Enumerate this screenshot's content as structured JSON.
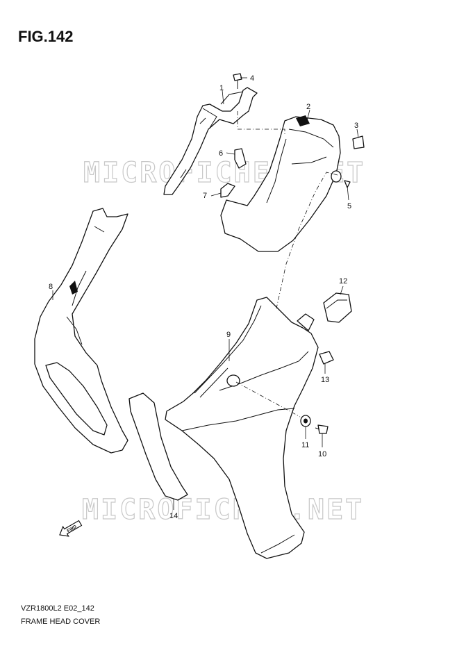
{
  "figure": {
    "title": "FIG.142",
    "model_code": "VZR1800L2 E02_142",
    "part_name": "FRAME HEAD COVER",
    "watermark": "MICROFICHES.NET",
    "fwd_label": "FWD"
  },
  "callouts": [
    "1",
    "2",
    "3",
    "4",
    "5",
    "6",
    "7",
    "8",
    "9",
    "10",
    "11",
    "12",
    "13",
    "14"
  ]
}
